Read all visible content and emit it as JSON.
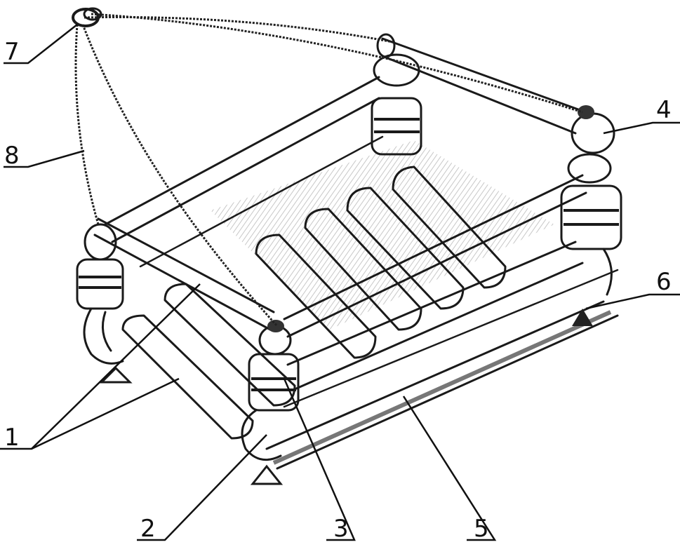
{
  "callouts": [
    {
      "id": "7",
      "label": "7"
    },
    {
      "id": "8",
      "label": "8"
    },
    {
      "id": "4",
      "label": "4"
    },
    {
      "id": "6",
      "label": "6"
    },
    {
      "id": "1",
      "label": "1"
    },
    {
      "id": "2",
      "label": "2"
    },
    {
      "id": "3",
      "label": "3"
    },
    {
      "id": "5",
      "label": "5"
    }
  ],
  "style": {
    "ink": "#1a1a1a",
    "paper": "#ffffff",
    "shade": "#bdbdbd"
  }
}
